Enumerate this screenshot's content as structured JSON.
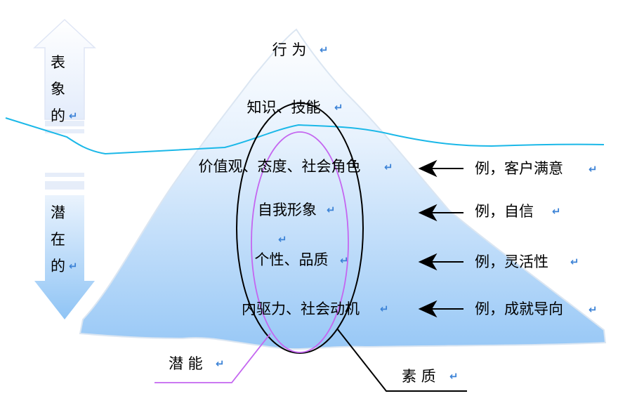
{
  "left_arrows": {
    "up_label": [
      "表",
      "象",
      "的"
    ],
    "down_label": [
      "潜",
      "在",
      "的"
    ]
  },
  "iceberg_layers": [
    "行 为",
    "知识、技能",
    "价值观、态度、社会角色",
    "自我形象",
    "个性、品质",
    "内驱力、社会动机"
  ],
  "examples": [
    "例，客户满意",
    "例，自信",
    "例，灵活性",
    "例，成就导向"
  ],
  "callouts": {
    "potential": "潜 能",
    "quality": "素 质"
  },
  "colors": {
    "waterline": "#1bb8e8",
    "potential_ellipse": "#c466f0",
    "quality_ellipse": "#000000",
    "iceberg_top": "#ffffff",
    "iceberg_bottom": "#9ccbf7",
    "return_mark": "#3b82d6"
  }
}
